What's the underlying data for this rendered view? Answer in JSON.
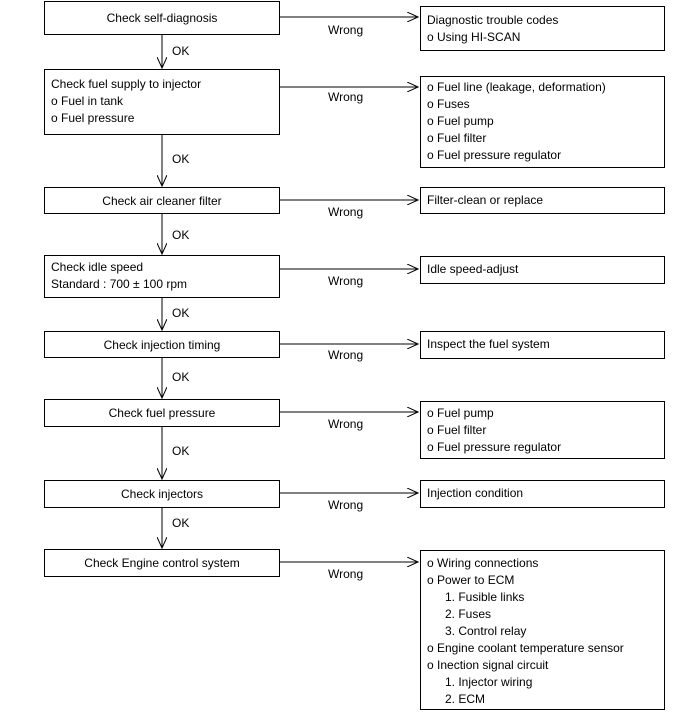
{
  "steps": [
    {
      "check": [
        "Check self-diagnosis"
      ],
      "result": [
        "Diagnostic trouble codes",
        "o   Using HI-SCAN"
      ]
    },
    {
      "check": [
        "Check fuel supply to injector",
        "o   Fuel in tank",
        "o   Fuel pressure"
      ],
      "result": [
        "o   Fuel line (leakage, deformation)",
        "o   Fuses",
        "o   Fuel pump",
        "o   Fuel filter",
        "o   Fuel pressure regulator"
      ]
    },
    {
      "check": [
        "Check air cleaner filter"
      ],
      "result": [
        "Filter-clean or replace"
      ]
    },
    {
      "check": [
        "Check idle speed",
        "Standard : 700 ± 100 rpm"
      ],
      "result": [
        "Idle speed-adjust"
      ]
    },
    {
      "check": [
        "Check injection timing"
      ],
      "result": [
        "Inspect the fuel system"
      ]
    },
    {
      "check": [
        "Check fuel pressure"
      ],
      "result": [
        "o   Fuel pump",
        "o   Fuel filter",
        "o   Fuel pressure regulator"
      ]
    },
    {
      "check": [
        "Check injectors"
      ],
      "result": [
        "Injection condition"
      ]
    },
    {
      "check": [
        "Check Engine control system"
      ],
      "result": [
        "o   Wiring connections",
        "o   Power to ECM",
        "1.   Fusible links",
        "2.   Fuses",
        "3.   Control relay",
        "o   Engine coolant temperature sensor",
        "o   Inection signal circuit",
        "1.   Injector wiring",
        "2.   ECM"
      ]
    }
  ],
  "labels": {
    "ok": [
      "OK",
      "OK",
      "OK",
      "OK",
      "OK",
      "OK",
      "OK"
    ],
    "wrong": [
      "Wrong",
      "Wrong",
      "Wrong",
      "Wrong",
      "Wrong",
      "Wrong",
      "Wrong",
      "Wrong"
    ]
  }
}
